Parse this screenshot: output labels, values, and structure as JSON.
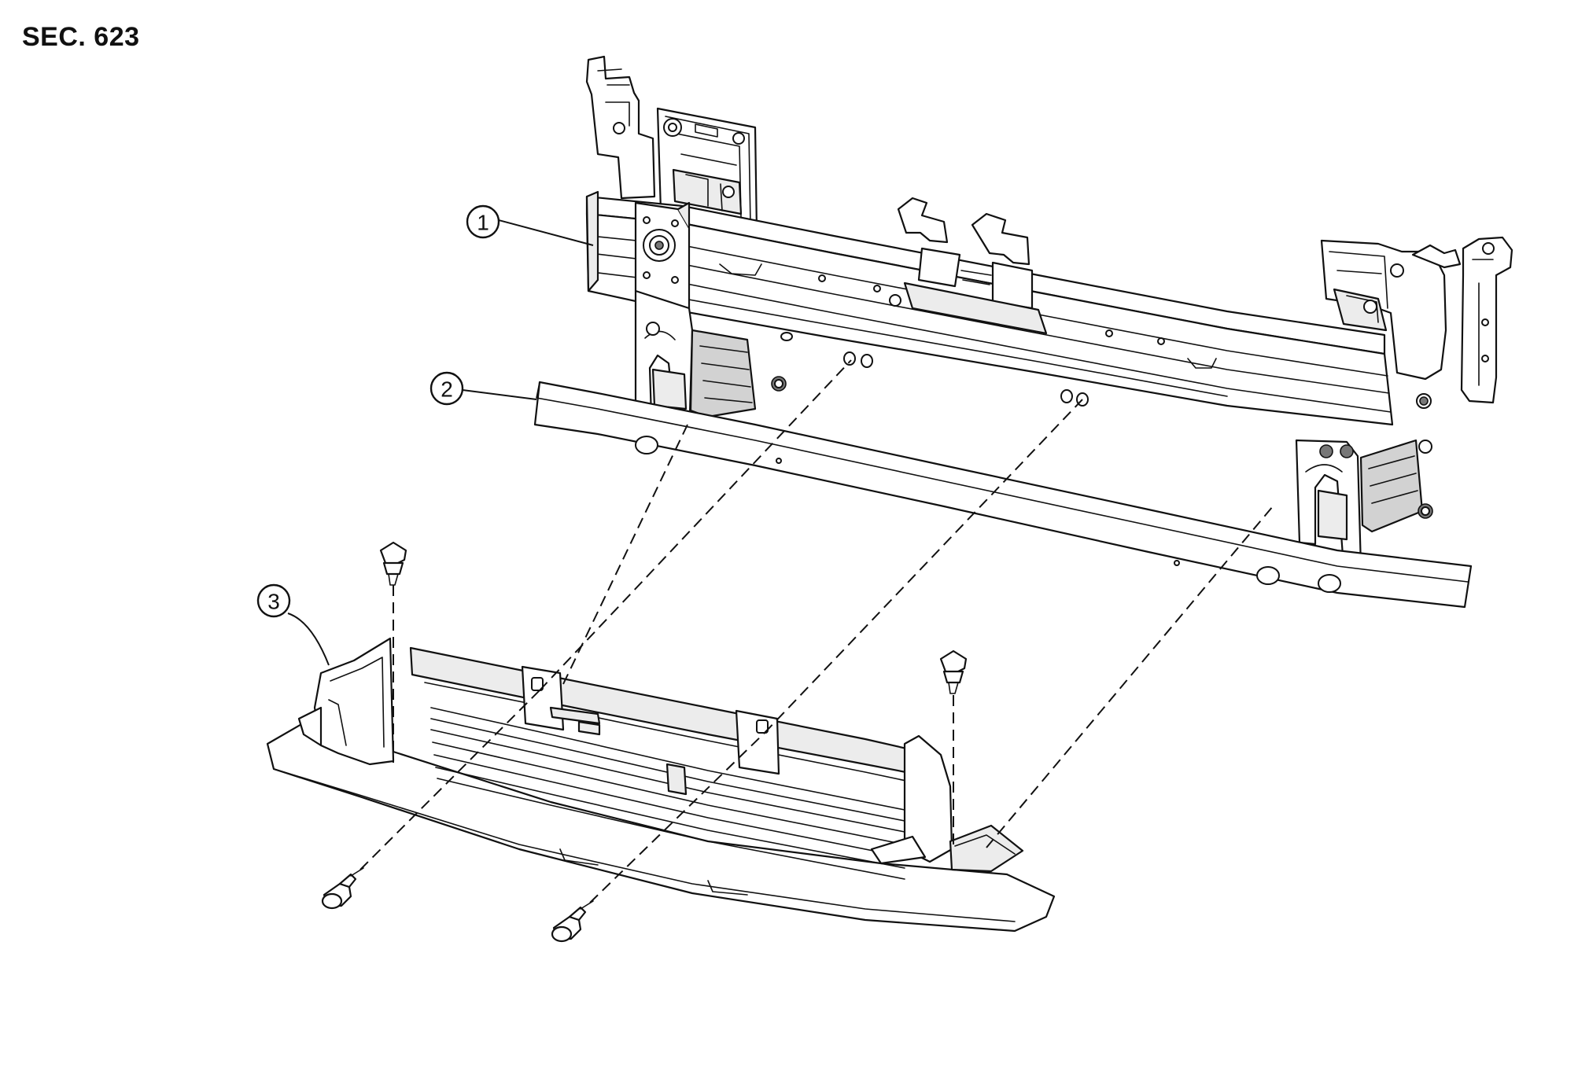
{
  "section": "SEC. 623",
  "callouts": [
    {
      "id": "callout-1",
      "label": "1"
    },
    {
      "id": "callout-2",
      "label": "2"
    },
    {
      "id": "callout-3",
      "label": "3"
    }
  ]
}
